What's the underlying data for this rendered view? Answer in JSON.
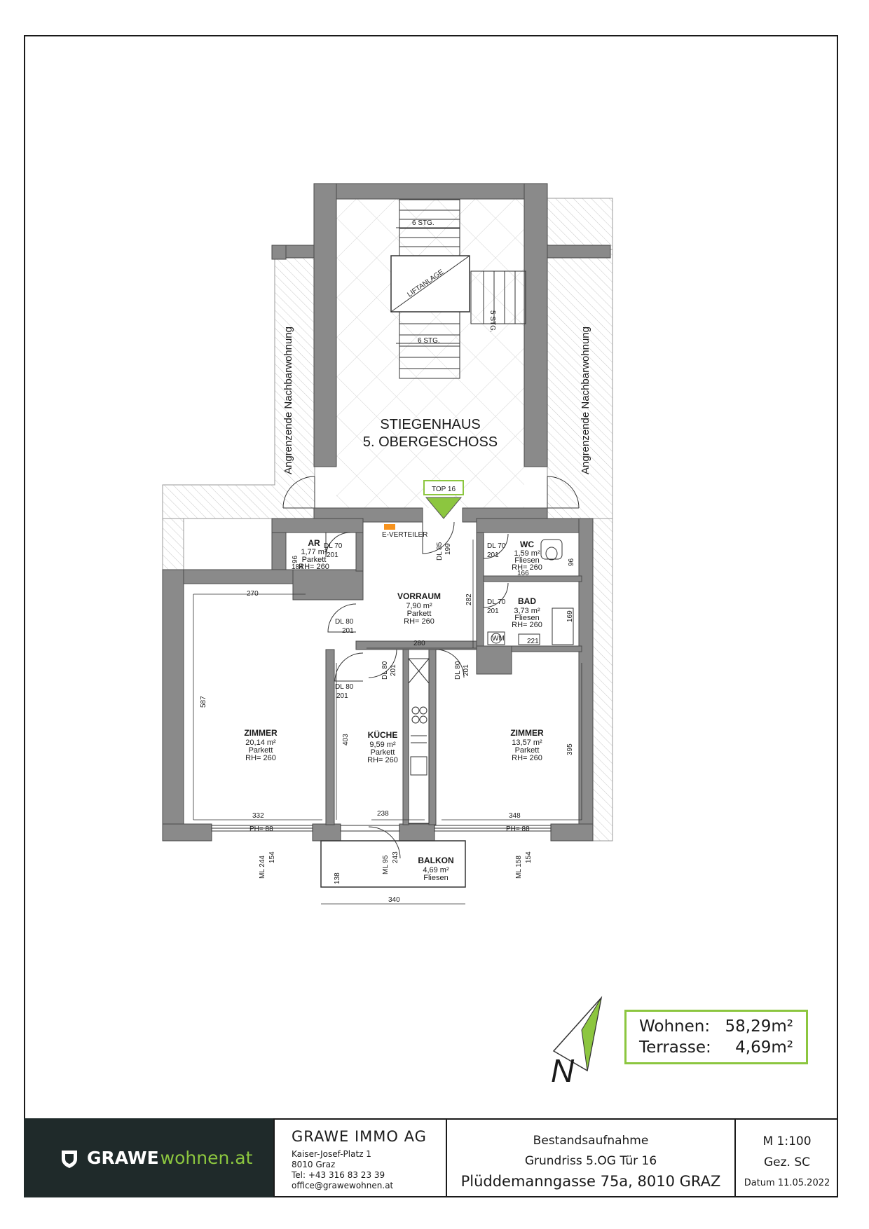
{
  "colors": {
    "wall": "#8a8a8a",
    "accent": "#8cc63f",
    "footer_dark": "#1f2a2a",
    "line": "#1a1a1a",
    "electric": "#f7931e"
  },
  "staircase": {
    "title_line1": "STIEGENHAUS",
    "title_line2": "5. OBERGESCHOSS",
    "stairs_top": "6 STG.",
    "stairs_side": "5 STG.",
    "stairs_bottom": "6 STG.",
    "lift": "LIFTANLAGE"
  },
  "neighbor_left": "Angrenzende Nachbarwohnung",
  "neighbor_right": "Angrenzende Nachbarwohnung",
  "entrance_tag": "TOP 16",
  "e_verteiler": "E-VERTEILER",
  "rooms": {
    "ar": {
      "name": "AR",
      "area": "1,77 m²",
      "floor": "Parkett",
      "height": "RH= 260"
    },
    "wc": {
      "name": "WC",
      "area": "1,59 m²",
      "floor": "Fliesen",
      "height": "RH= 260"
    },
    "vorraum": {
      "name": "VORRAUM",
      "area": "7,90 m²",
      "floor": "Parkett",
      "height": "RH= 260"
    },
    "bad": {
      "name": "BAD",
      "area": "3,73 m²",
      "floor": "Fliesen",
      "height": "RH= 260"
    },
    "zimmer_left": {
      "name": "ZIMMER",
      "area": "20,14 m²",
      "floor": "Parkett",
      "height": "RH= 260"
    },
    "kueche": {
      "name": "KÜCHE",
      "area": "9,59 m²",
      "floor": "Parkett",
      "height": "RH= 260"
    },
    "zimmer_right": {
      "name": "ZIMMER",
      "area": "13,57 m²",
      "floor": "Parkett",
      "height": "RH= 260"
    },
    "balkon": {
      "name": "BALKON",
      "area": "4,69 m²",
      "floor": "Fliesen"
    }
  },
  "doors": {
    "ar": [
      "DL 70",
      "201"
    ],
    "wc": [
      "DL 70",
      "201"
    ],
    "entry": [
      "DL 85",
      "199"
    ],
    "bad": [
      "DL 70",
      "201"
    ],
    "zimmer_left": [
      "DL 80",
      "201"
    ],
    "kueche_top": [
      "DL 80",
      "201"
    ],
    "kueche_side": [
      "DL 80",
      "201"
    ],
    "zimmer_right": [
      "DL 80",
      "201"
    ]
  },
  "dimensions": {
    "ar_h": "96",
    "ar_w": "184",
    "wc_h": "96",
    "wc_w": "166",
    "vorraum_h": "282",
    "vorraum_w": "280",
    "bad_h": "169",
    "bad_w": "221",
    "zimmer_left_top": "270",
    "zimmer_left_h": "587",
    "zimmer_left_w": "332",
    "kueche_h": "403",
    "kueche_w": "238",
    "zimmer_right_h": "395",
    "zimmer_right_w": "348",
    "ph_left": "PH= 88",
    "ph_right": "PH= 88",
    "ml_left": "ML 244",
    "ml_left2": "154",
    "ml_mid": "ML 95",
    "ml_mid2": "243",
    "ml_right": "ML 158",
    "ml_right2": "154",
    "balkon_d": "138",
    "balkon_w": "340"
  },
  "wm": "WM",
  "north": "N",
  "area_summary": {
    "wohnen_label": "Wohnen:",
    "wohnen_value": "58,29m²",
    "terrasse_label": "Terrasse:",
    "terrasse_value": "4,69m²"
  },
  "footer": {
    "logo_main": "GRAWE",
    "logo_sub": "wohnen.at",
    "company": "GRAWE IMMO AG",
    "address1": "Kaiser-Josef-Platz 1",
    "address2": "8010 Graz",
    "tel": "Tel: +43 316 83 23 39",
    "email": "office@grawewohnen.at",
    "doc_type": "Bestandsaufnahme",
    "plan": "Grundriss 5.OG Tür 16",
    "address": "Plüddemanngasse 75a, 8010 GRAZ",
    "scale": "M 1:100",
    "drawn": "Gez. SC",
    "date": "Datum 11.05.2022"
  }
}
